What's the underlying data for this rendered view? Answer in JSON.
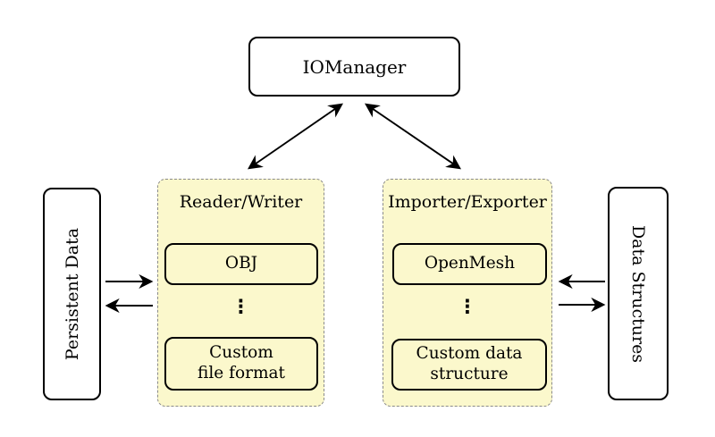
{
  "diagram": {
    "nodes": {
      "io_manager": {
        "label": "IOManager"
      },
      "persistent_data": {
        "label": "Persistent Data"
      },
      "data_structures": {
        "label": "Data Structures"
      },
      "reader_writer": {
        "title": "Reader/Writer",
        "ellipsis": "⋮",
        "obj": {
          "label": "OBJ"
        },
        "custom": {
          "line1": "Custom",
          "line2": "file format"
        }
      },
      "importer_exporter": {
        "title": "Importer/Exporter",
        "ellipsis": "⋮",
        "openmesh": {
          "label": "OpenMesh"
        },
        "custom": {
          "line1": "Custom data",
          "line2": "structure"
        }
      }
    },
    "edges": [
      {
        "from": "io_manager",
        "to": "reader_writer",
        "direction": "bidirectional"
      },
      {
        "from": "io_manager",
        "to": "importer_exporter",
        "direction": "bidirectional"
      },
      {
        "from": "persistent_data",
        "to": "reader_writer",
        "direction": "right"
      },
      {
        "from": "reader_writer",
        "to": "persistent_data",
        "direction": "left"
      },
      {
        "from": "data_structures",
        "to": "importer_exporter",
        "direction": "left"
      },
      {
        "from": "importer_exporter",
        "to": "data_structures",
        "direction": "right"
      }
    ],
    "colors": {
      "panel_fill": "#fbf8cc",
      "panel_border": "#8a8a8a",
      "node_border": "#000000",
      "arrow": "#000000",
      "background": "#ffffff"
    }
  }
}
